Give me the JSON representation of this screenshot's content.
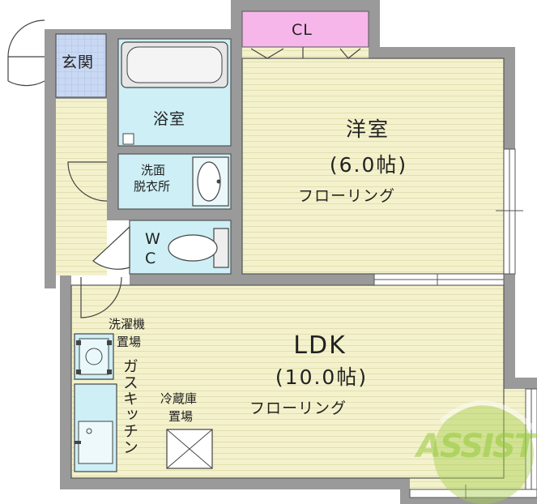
{
  "rooms": {
    "entrance": "玄関",
    "bathroom": "浴室",
    "washroom_line1": "洗面",
    "washroom_line2": "脱衣所",
    "wc_line1": "W",
    "wc_line2": "C",
    "closet": "CL",
    "western_room": "洋室",
    "western_room_size": "(6.0帖)",
    "western_room_floor": "フローリング",
    "ldk": "LDK",
    "ldk_size": "(10.0帖)",
    "ldk_floor": "フローリング",
    "washer_line1": "洗濯機",
    "washer_line2": "置場",
    "gas_kitchen": "ガスキッチン",
    "fridge_line1": "冷蔵庫",
    "fridge_line2": "置場"
  },
  "watermark": {
    "logo_text": "ASSIST"
  },
  "colors": {
    "wall": "#9a9a9a",
    "floor": "#f4f2cc",
    "floor_line": "#e3e0b4",
    "entrance": "#c7d7f2",
    "wet_area": "#cdeff5",
    "closet": "#f7b6ea",
    "watermark": "#a8cf50"
  }
}
